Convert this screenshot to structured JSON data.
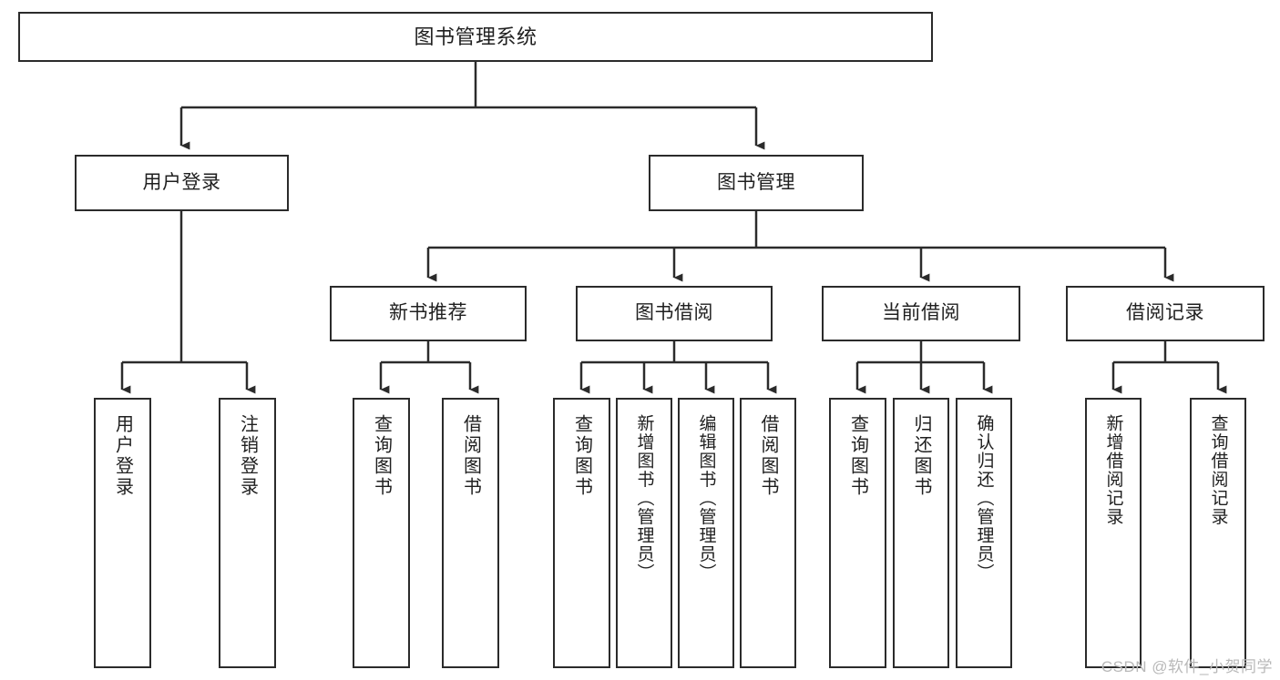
{
  "diagram": {
    "title": "图书管理系统",
    "type": "tree-hierarchy-chart",
    "root": {
      "id": "root",
      "label": "图书管理系统"
    },
    "level2": [
      {
        "id": "user-login",
        "label": "用户登录"
      },
      {
        "id": "book-manage",
        "label": "图书管理"
      }
    ],
    "level3": [
      {
        "id": "new-book-rec",
        "label": "新书推荐",
        "parent": "book-manage"
      },
      {
        "id": "book-borrow",
        "label": "图书借阅",
        "parent": "book-manage"
      },
      {
        "id": "current-borrow",
        "label": "当前借阅",
        "parent": "book-manage"
      },
      {
        "id": "borrow-record",
        "label": "借阅记录",
        "parent": "book-manage"
      }
    ],
    "leaves": [
      {
        "id": "leaf-user-login",
        "label": "用户登录",
        "parent": "user-login"
      },
      {
        "id": "leaf-logout-login",
        "label": "注销登录",
        "parent": "user-login"
      },
      {
        "id": "leaf-query-book-1",
        "label": "查询图书",
        "parent": "new-book-rec"
      },
      {
        "id": "leaf-borrow-book-1",
        "label": "借阅图书",
        "parent": "new-book-rec"
      },
      {
        "id": "leaf-query-book-2",
        "label": "查询图书",
        "parent": "book-borrow"
      },
      {
        "id": "leaf-add-book",
        "label": "新增图书（管理员）",
        "parent": "book-borrow"
      },
      {
        "id": "leaf-edit-book",
        "label": "编辑图书（管理员）",
        "parent": "book-borrow"
      },
      {
        "id": "leaf-borrow-book-2",
        "label": "借阅图书",
        "parent": "book-borrow"
      },
      {
        "id": "leaf-query-book-3",
        "label": "查询图书",
        "parent": "current-borrow"
      },
      {
        "id": "leaf-return-book",
        "label": "归还图书",
        "parent": "current-borrow"
      },
      {
        "id": "leaf-confirm-return",
        "label": "确认归还（管理员）",
        "parent": "current-borrow"
      },
      {
        "id": "leaf-add-record",
        "label": "新增借阅记录",
        "parent": "borrow-record"
      },
      {
        "id": "leaf-query-record",
        "label": "查询借阅记录",
        "parent": "borrow-record"
      }
    ]
  },
  "watermark": {
    "text": "CSDN @软件_小贺同学"
  },
  "colors": {
    "border": "#2b2b2b",
    "background": "#ffffff",
    "text": "#1f1f1f",
    "watermark": "#b9b9b9"
  }
}
